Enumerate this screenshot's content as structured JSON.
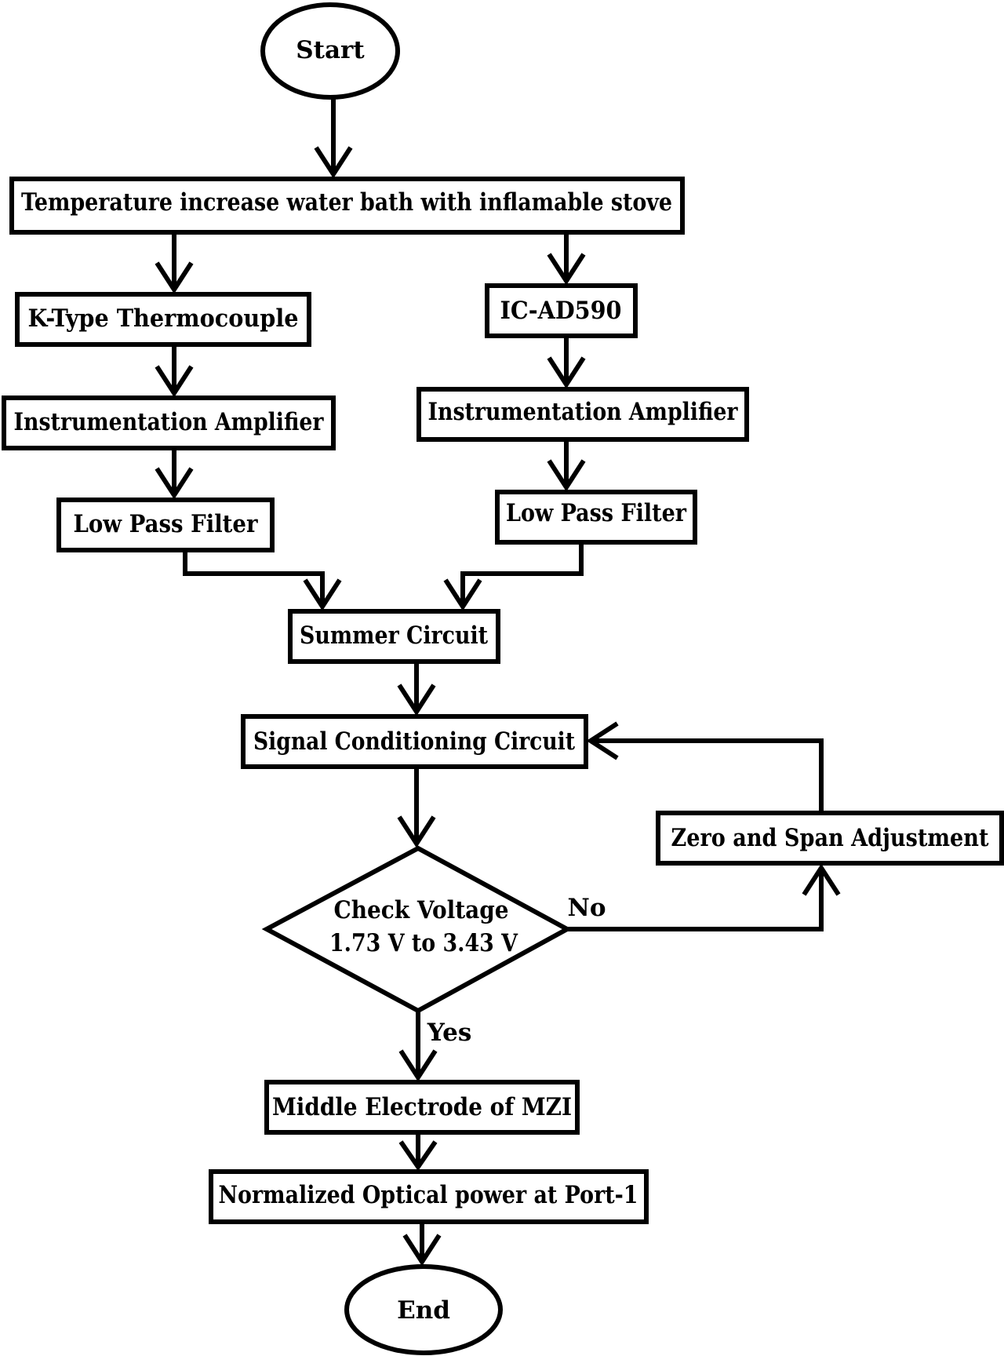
{
  "diagram": {
    "start": "Start",
    "heat_source": "Temperature increase water bath with inflamable stove",
    "left_branch": {
      "sensor": "K-Type Thermocouple",
      "amplifier": "Instrumentation Amplifier",
      "filter": "Low Pass Filter"
    },
    "right_branch": {
      "sensor": "IC-AD590",
      "amplifier": "Instrumentation Amplifier",
      "filter": "Low Pass Filter"
    },
    "summer": "Summer Circuit",
    "signal_conditioning": "Signal Conditioning Circuit",
    "zero_span": "Zero and Span Adjustment",
    "decision": {
      "line1": "Check Voltage",
      "line2": "1.73 V to 3.43 V"
    },
    "no_label": "No",
    "yes_label": "Yes",
    "mzi": "Middle Electrode of MZI",
    "optical_power": "Normalized Optical power at Port-1",
    "end": "End"
  }
}
